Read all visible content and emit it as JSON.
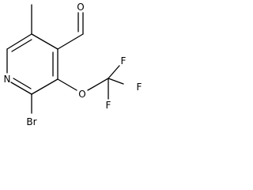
{
  "molecule": {
    "atoms": {
      "n1": "N",
      "br": "Br",
      "o_ether": "O",
      "f1": "F",
      "f2": "F",
      "f3": "F",
      "o_aldehyde": "O"
    },
    "colors": {
      "bond": "#000000",
      "label": "#000000",
      "background": "#ffffff"
    }
  }
}
